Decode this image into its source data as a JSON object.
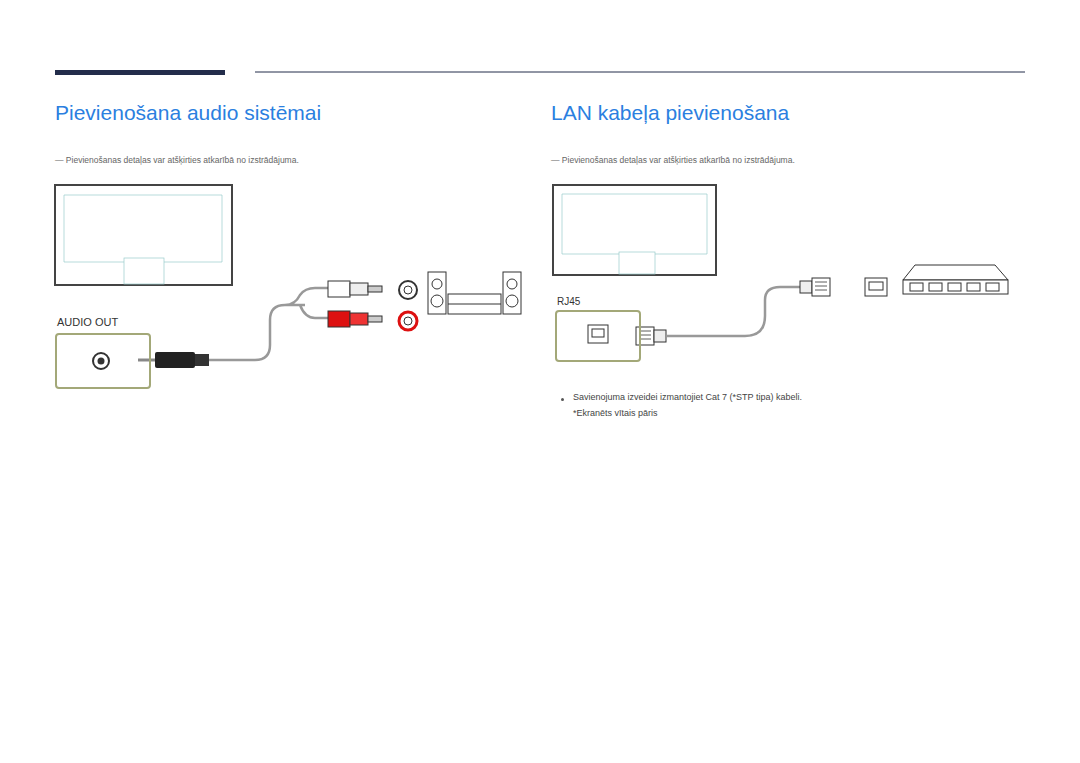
{
  "diagram": {
    "nodes": [
      {
        "text": [
          "AUDIO OUT"
        ]
      },
      {
        "text": [
          "RJ45"
        ]
      }
    ],
    "labels": [
      "Pievienošana audio sistēmai",
      "― Pievienošanas detaļas var atšķirties atkarībā no izstrādājuma.",
      "LAN kabeļa pievienošana",
      "― Pievienošanas detaļas var atšķirties atkarībā no izstrādājuma.",
      "Savienojuma izveidei izmantojiet Cat 7 (*STP tipa) kabeli.",
      "*Ekranēts vītais pāris"
    ]
  }
}
